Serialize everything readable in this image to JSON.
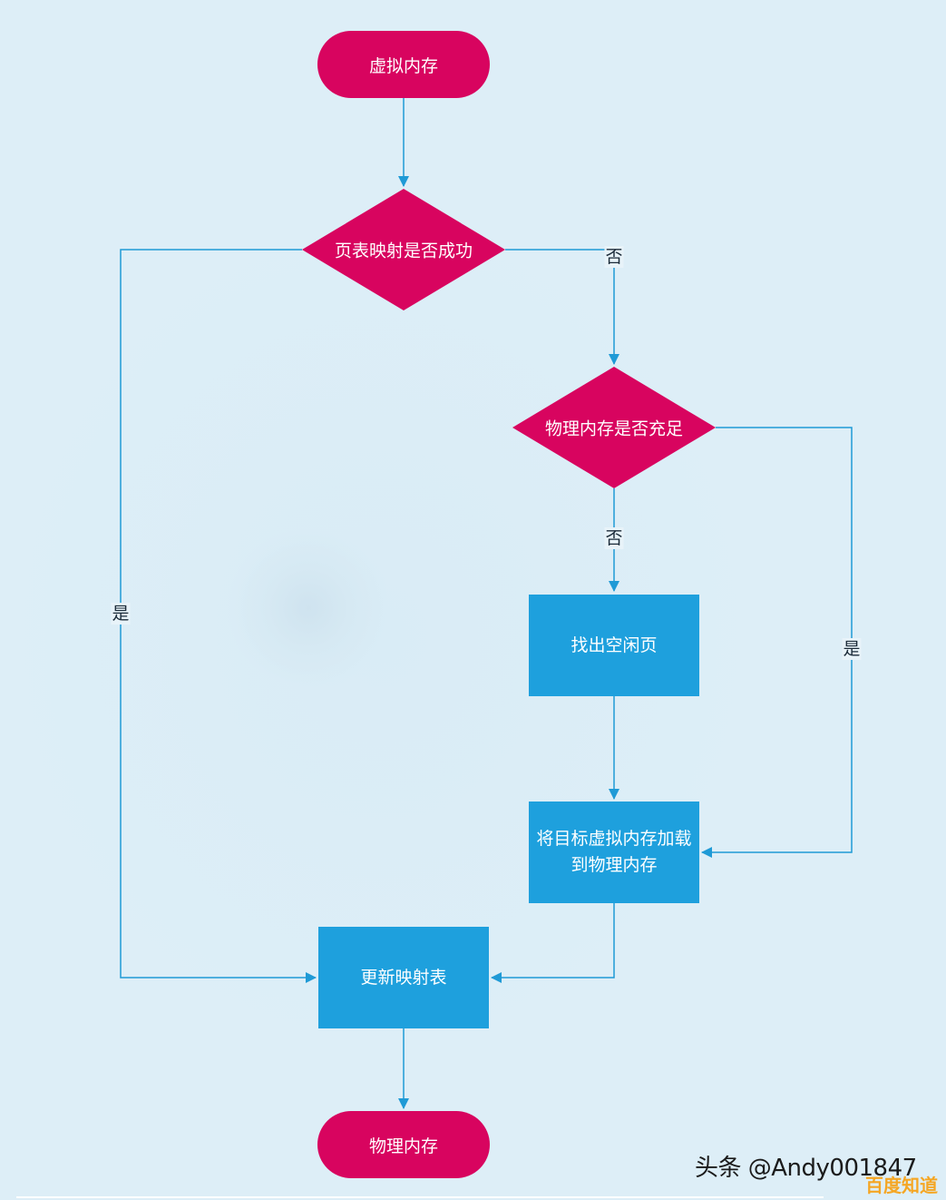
{
  "nodes": {
    "start": "虚拟内存",
    "decision_page_table": "页表映射是否成功",
    "decision_physical_memory": "物理内存是否充足",
    "find_free_page": "找出空闲页",
    "load_page": "将目标虚拟内存加载到物理内存",
    "update_table": "更新映射表",
    "end": "物理内存"
  },
  "edge_labels": {
    "page_table_no": "否",
    "page_table_yes": "是",
    "physical_memory_no": "否",
    "physical_memory_yes": "是"
  },
  "colors": {
    "terminal_and_decision": "#d8045f",
    "process": "#1ea0dd",
    "connector": "#1f9ad6",
    "background": "#ddeef7"
  },
  "watermark": {
    "text": "头条 @Andy001847",
    "site": "百度知道"
  }
}
